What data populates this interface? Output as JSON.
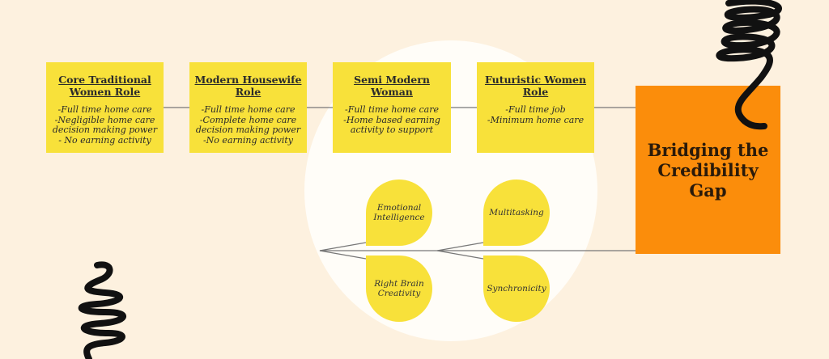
{
  "roles": [
    {
      "title": "Core Traditional Women Role",
      "lines": [
        "-Full time home care",
        "-Negligible home care",
        "decision making power",
        "- No earning activity"
      ]
    },
    {
      "title": "Modern Housewife Role",
      "lines": [
        "-Full time home care",
        "-Complete home care",
        "decision making power",
        "-No earning activity"
      ]
    },
    {
      "title": "Semi Modern Woman",
      "lines": [
        "-Full time home care",
        "-Home based earning",
        "activity to support"
      ]
    },
    {
      "title": "Futuristic Women Role",
      "lines": [
        "-Full time job",
        "-Minimum home care"
      ]
    }
  ],
  "bridge": {
    "label": "Bridging the Credibility Gap"
  },
  "traits": {
    "left_top": "Emotional Intelligence",
    "left_bottom": "Right Brain Creativity",
    "right_top": "Multitasking",
    "right_bottom": "Synchronicity"
  },
  "colors": {
    "background": "#fdf1df",
    "box": "#f8e13a",
    "bridge": "#fb8d0b",
    "circle": "#fffdf8",
    "line": "#777777"
  }
}
